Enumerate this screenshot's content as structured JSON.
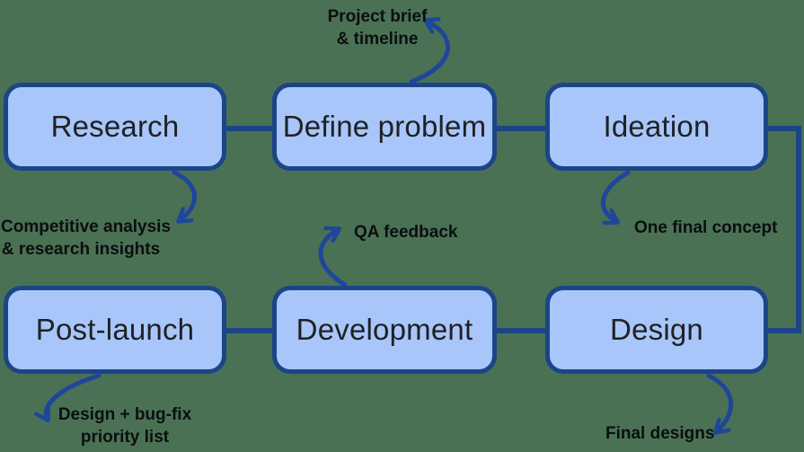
{
  "colors": {
    "background": "#4A7153",
    "node_fill": "#A8C6FA",
    "node_border": "#1C4587",
    "node_text": "#202124",
    "line": "#1C4587",
    "arrow": "#1E469B",
    "annotation_text": "#0B0E11"
  },
  "nodes": [
    {
      "id": "research",
      "label": "Research"
    },
    {
      "id": "define-problem",
      "label": "Define problem"
    },
    {
      "id": "ideation",
      "label": "Ideation"
    },
    {
      "id": "post-launch",
      "label": "Post-launch"
    },
    {
      "id": "development",
      "label": "Development"
    },
    {
      "id": "design",
      "label": "Design"
    }
  ],
  "connections": [
    {
      "from": "Research",
      "to": "Define problem"
    },
    {
      "from": "Define problem",
      "to": "Ideation"
    },
    {
      "from": "Ideation",
      "to": "Design"
    },
    {
      "from": "Design",
      "to": "Development"
    },
    {
      "from": "Development",
      "to": "Post-launch"
    }
  ],
  "annotations": [
    {
      "id": "project-brief",
      "from": "Define problem",
      "lines": [
        "Project brief",
        "& timeline"
      ]
    },
    {
      "id": "competitive-analysis",
      "from": "Research",
      "lines": [
        "Competitive analysis",
        "& research insights"
      ]
    },
    {
      "id": "qa-feedback",
      "from": "Development",
      "lines": [
        "QA feedback"
      ]
    },
    {
      "id": "one-final-concept",
      "from": "Ideation",
      "lines": [
        "One final concept"
      ]
    },
    {
      "id": "design-bugfix-list",
      "from": "Post-launch",
      "lines": [
        "Design + bug-fix",
        "priority list"
      ]
    },
    {
      "id": "final-designs",
      "from": "Design",
      "lines": [
        "Final designs"
      ]
    }
  ]
}
